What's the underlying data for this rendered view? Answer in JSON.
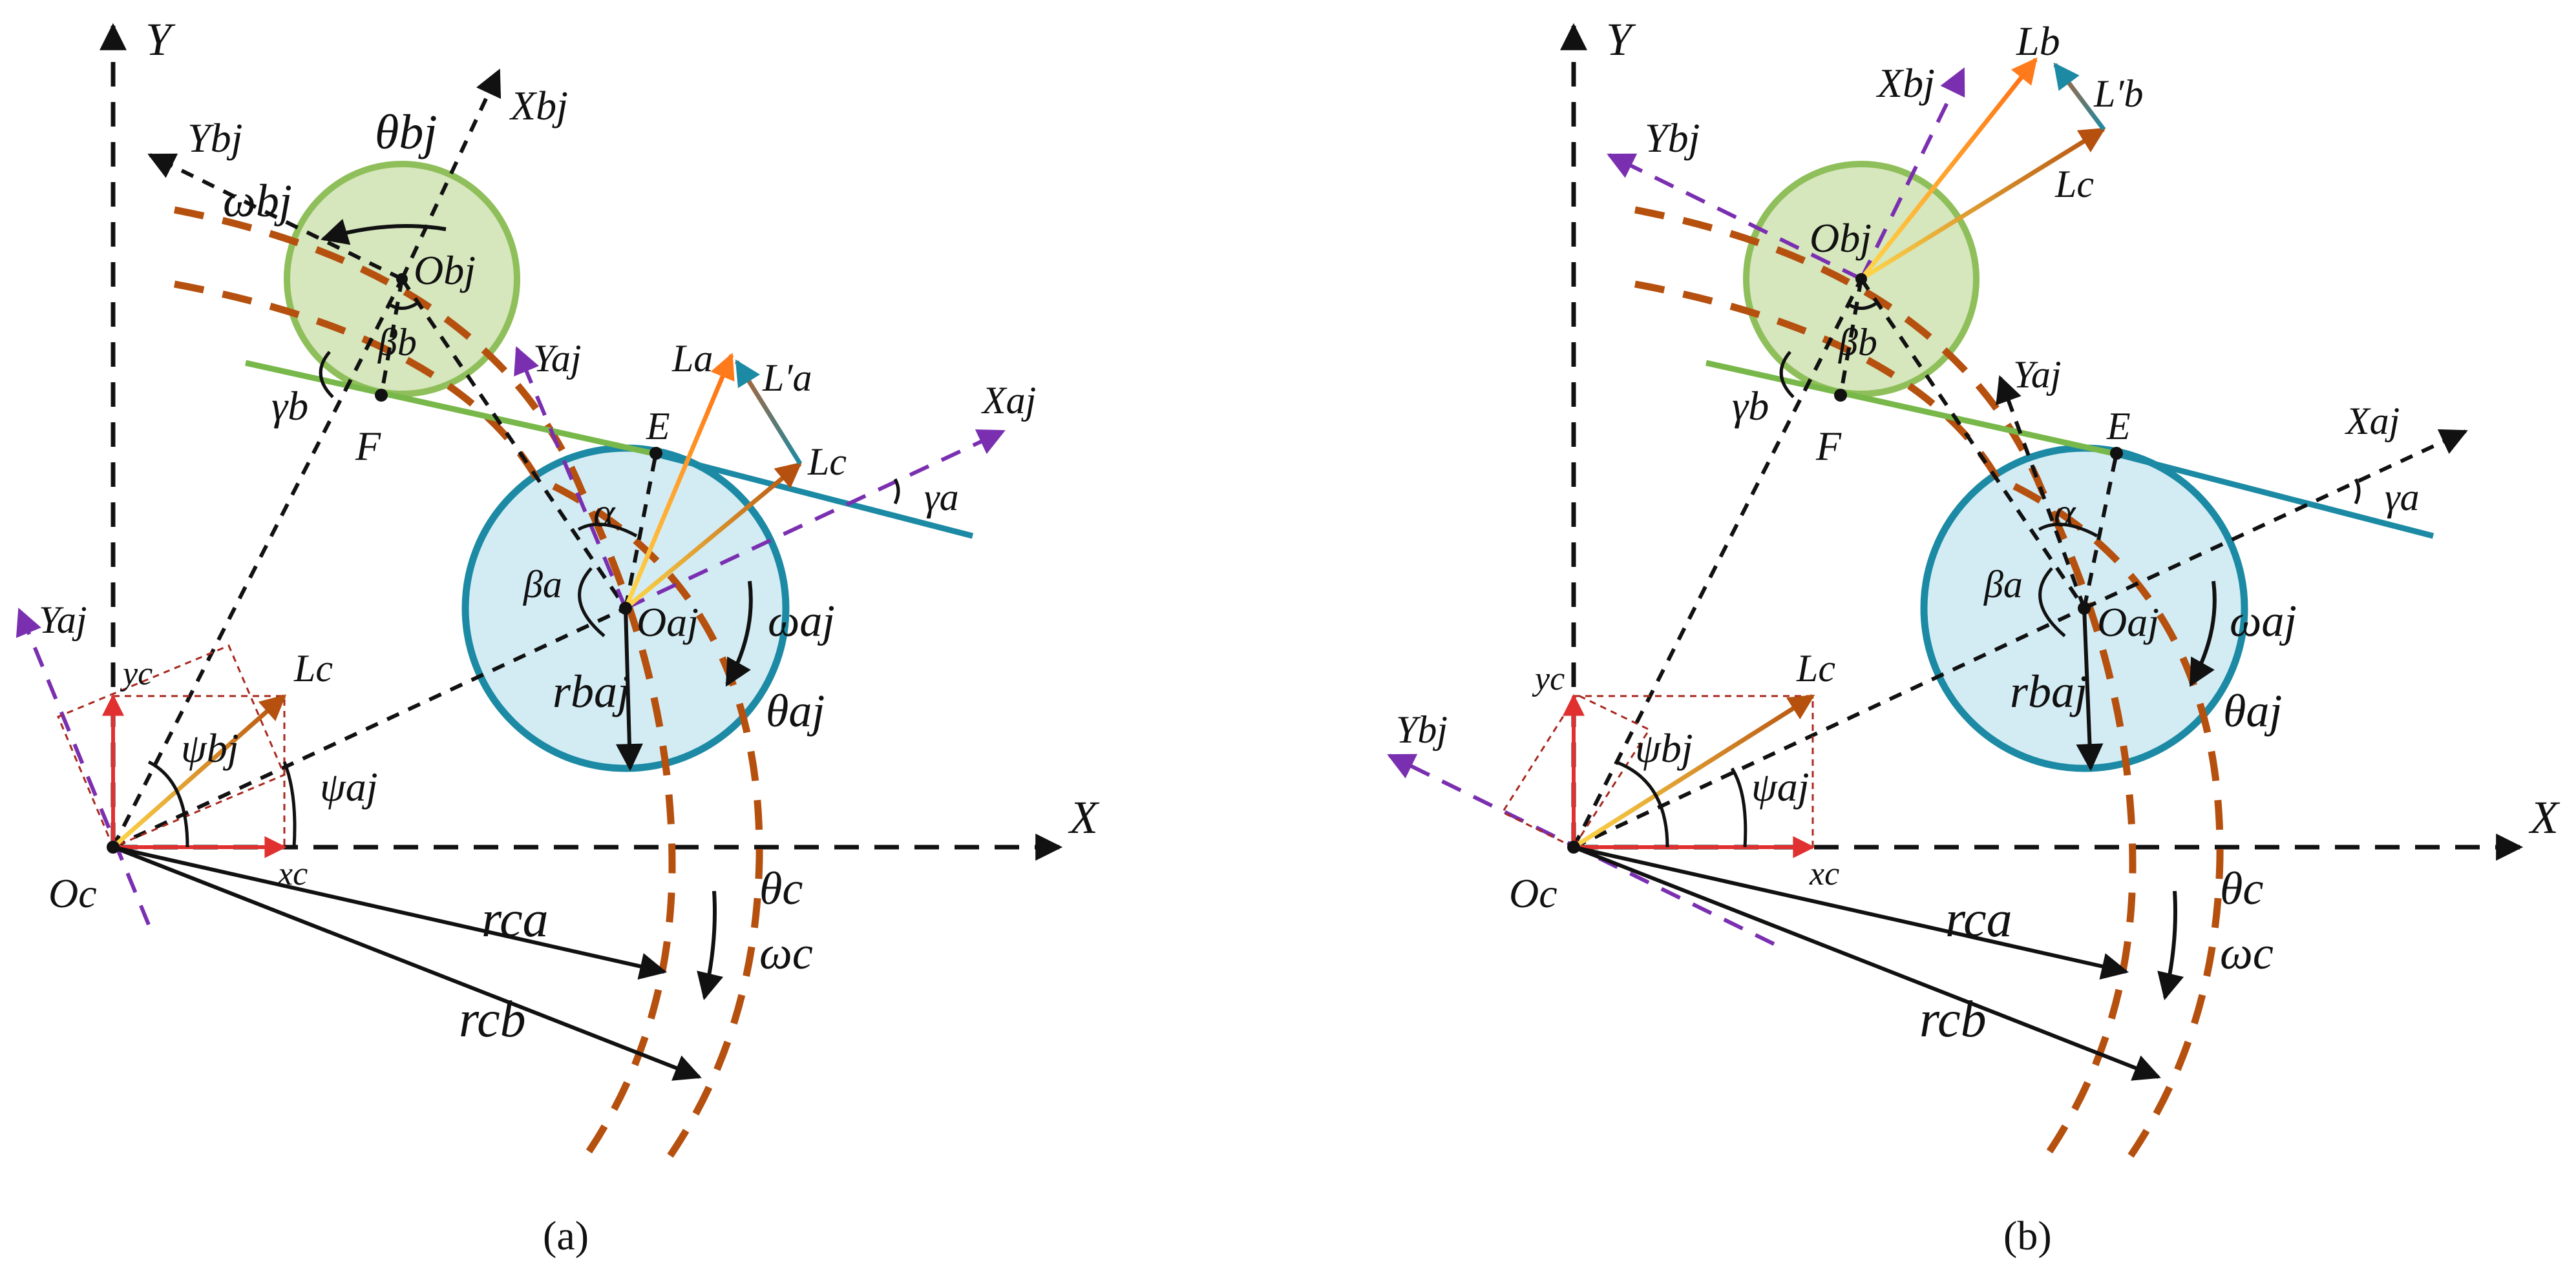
{
  "colors": {
    "driven_gear_fill": "#d6e6bd",
    "driven_gear_stroke": "#8fbf5a",
    "drive_gear_fill": "#d3ecf4",
    "drive_gear_stroke": "#1c8aa4",
    "base_circle": "#b5500f",
    "local_axes": "#7a2fb0",
    "projection": "#a8281e",
    "Lc_vector": "#b5500f",
    "La_vector": "#ff9a1a",
    "Lb_vector": "#ff9a1a",
    "Lprime_vector": "#1c8aa4"
  },
  "panels": [
    {
      "caption": "(a)",
      "labels": {
        "Y": "Y",
        "X": "X",
        "Xbj": "Xbj",
        "Ybj": "Ybj",
        "theta_bj": "θbj",
        "omega_bj": "ωbj",
        "Obj": "Obj",
        "beta_b": "βb",
        "gamma_b": "γb",
        "F": "F",
        "Yaj_mid": "Yaj",
        "La": "La",
        "Lpa": "L′a",
        "Lc_top": "Lc",
        "Xaj": "Xaj",
        "E": "E",
        "gamma_a": "γa",
        "alpha": "α",
        "beta_a": "βa",
        "Oaj": "Oaj",
        "omega_aj": "ωaj",
        "rbaj": "rbaj",
        "theta_aj": "θaj",
        "Yaj_left": "Yaj",
        "yc": "yc",
        "Lc": "Lc",
        "psi_bj": "ψbj",
        "psi_aj": "ψaj",
        "xc": "xc",
        "Oc": "Oc",
        "rca": "rca",
        "rcb": "rcb",
        "theta_c": "θc",
        "omega_c": "ωc"
      }
    },
    {
      "caption": "(b)",
      "labels": {
        "Y": "Y",
        "X": "X",
        "Lb": "Lb",
        "Lpb": "L′b",
        "Xbj": "Xbj",
        "Ybj_top": "Ybj",
        "Lc_top": "Lc",
        "Obj": "Obj",
        "beta_b": "βb",
        "gamma_b": "γb",
        "F": "F",
        "Yaj": "Yaj",
        "E": "E",
        "Xaj": "Xaj",
        "gamma_a": "γa",
        "alpha": "α",
        "beta_a": "βa",
        "Oaj": "Oaj",
        "omega_aj": "ωaj",
        "rbaj": "rbaj",
        "theta_aj": "θaj",
        "yc": "yc",
        "Lc": "Lc",
        "psi_bj": "ψbj",
        "psi_aj": "ψaj",
        "Ybj_left": "Ybj",
        "xc": "xc",
        "Oc": "Oc",
        "rca": "rca",
        "rcb": "rcb",
        "theta_c": "θc",
        "omega_c": "ωc"
      }
    }
  ]
}
